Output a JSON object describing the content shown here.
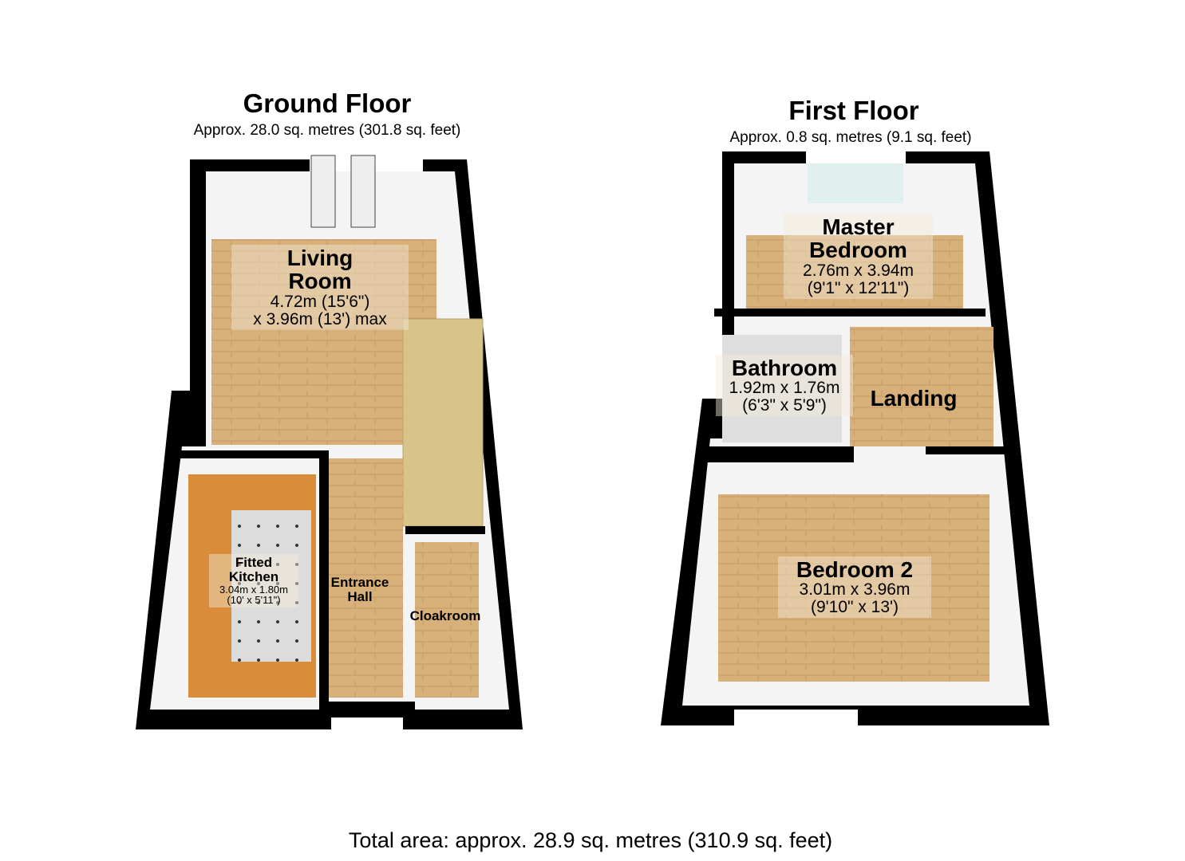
{
  "ground_floor": {
    "title": "Ground Floor",
    "area": "Approx. 28.0 sq. metres (301.8 sq. feet)",
    "rooms": [
      {
        "name": "Living Room",
        "name_line1": "Living",
        "name_line2": "Room",
        "dim_line1": "4.72m (15'6\")",
        "dim_line2": "x 3.96m (13') max"
      },
      {
        "name_line1": "Fitted",
        "name_line2": "Kitchen",
        "dim_line1": "3.04m x 1.80m",
        "dim_line2": "(10' x 5'11\")"
      },
      {
        "name_line1": "Entrance",
        "name_line2": "Hall"
      },
      {
        "name_line1": "Cloakroom"
      }
    ]
  },
  "first_floor": {
    "title": "First Floor",
    "area": "Approx. 0.8 sq. metres (9.1 sq. feet)",
    "rooms": [
      {
        "name_line1": "Master",
        "name_line2": "Bedroom",
        "dim_line1": "2.76m x 3.94m",
        "dim_line2": "(9'1\" x 12'11\")"
      },
      {
        "name_line1": "Bathroom",
        "dim_line1": "1.92m x 1.76m",
        "dim_line2": "(6'3\" x 5'9\")"
      },
      {
        "name_line1": "Landing"
      },
      {
        "name_line1": "Bedroom 2",
        "dim_line1": "3.01m x 3.96m",
        "dim_line2": "(9'10\" x 13')"
      }
    ]
  },
  "total_area": "Total area: approx. 28.9 sq. metres (310.9 sq. feet)",
  "colors": {
    "wall": "#000000",
    "wood_floor": "#d9b27a",
    "kitchen_worktop": "#d98c3a",
    "tile_floor": "#d8d8d8",
    "inner_wall": "#f2f2f2"
  }
}
